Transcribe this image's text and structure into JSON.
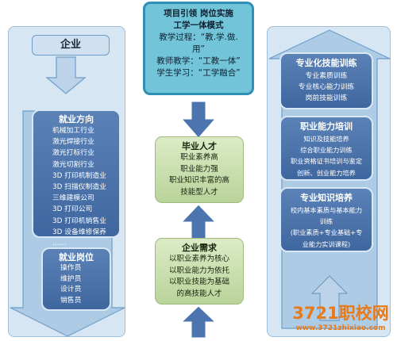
{
  "left_panel": {
    "title": "企业",
    "employment_direction": {
      "title": "就业方向",
      "items": [
        "机械加工行业",
        "激光焊接行业",
        "激光打标行业",
        "激光切割行业",
        "3D 打印机制造业",
        "3D 扫描仪制造业",
        "三维建模公司",
        "3D 打印公司",
        "3D 打印机销售业",
        "3D 设备维修保养",
        "……"
      ]
    },
    "employment_positions": {
      "title": "就业岗位",
      "items": [
        "操作员",
        "维护员",
        "设计员",
        "销售员"
      ]
    }
  },
  "center": {
    "top_box": [
      "项目引领 岗位实施",
      "工学一体模式",
      "教学过程：“教.学.做.",
      "用”",
      "教师教学：“工教一体”",
      "学生学习：“工学融合”"
    ],
    "graduate_box": {
      "title": "毕业人才",
      "lines": [
        "职业素养高",
        "职业能力强",
        "职业知识丰富的高",
        "技能型人才"
      ]
    },
    "demand_box": {
      "title": "企业需求",
      "lines": [
        "以职业素养为核心",
        "以职业能力为依托",
        "以职业技能为基础",
        "的高技能人才"
      ]
    }
  },
  "right_panel": {
    "skills": {
      "title": "专业化技能训练",
      "lines": [
        "专业素质训练",
        "专业核心能力训练",
        "岗前技能训练"
      ]
    },
    "ability": {
      "title": "职业能力培训",
      "lines": [
        "知识及技能培养",
        "综合职业能力训练",
        "职业资格证书培训与鉴定",
        "创新、创业能力培养"
      ]
    },
    "knowledge": {
      "title": "专业知识培养",
      "lines": [
        "校内基本素质与基本能力",
        "训练",
        "(职业素质+专业基础+专",
        "业能力实训课程)"
      ]
    }
  },
  "watermark": {
    "brand": "3721职校网",
    "url": "www.3721zhixiao.com"
  },
  "colors": {
    "teal": "#72c5d9",
    "blue": "#4a72ab",
    "green": "#c8dfae",
    "panel": "#d6e6f3",
    "watermark": "#e77a19"
  }
}
